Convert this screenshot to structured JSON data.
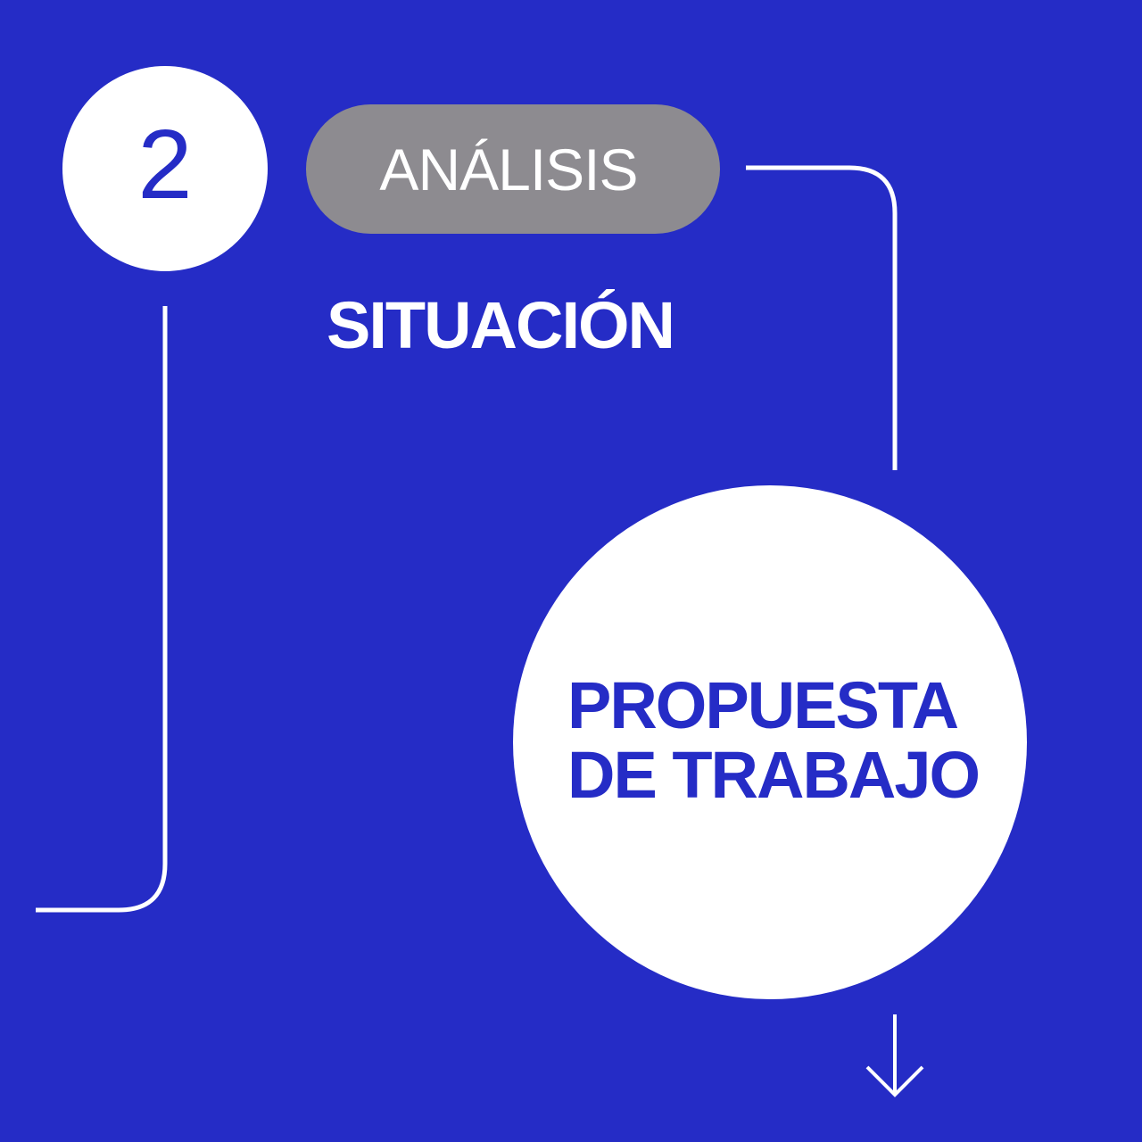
{
  "step": {
    "number": "2"
  },
  "stage": {
    "label": "ANÁLISIS"
  },
  "heading": {
    "text": "SITUACIÓN"
  },
  "result": {
    "line1": "PROPUESTA",
    "line2": "DE TRABAJO"
  },
  "colors": {
    "background": "#252cc6",
    "circle": "#ffffff",
    "pill": "#8d8b90",
    "accent_text": "#252cc6",
    "connector": "#ffffff"
  },
  "icons": {
    "arrow": "arrow-down-icon"
  }
}
